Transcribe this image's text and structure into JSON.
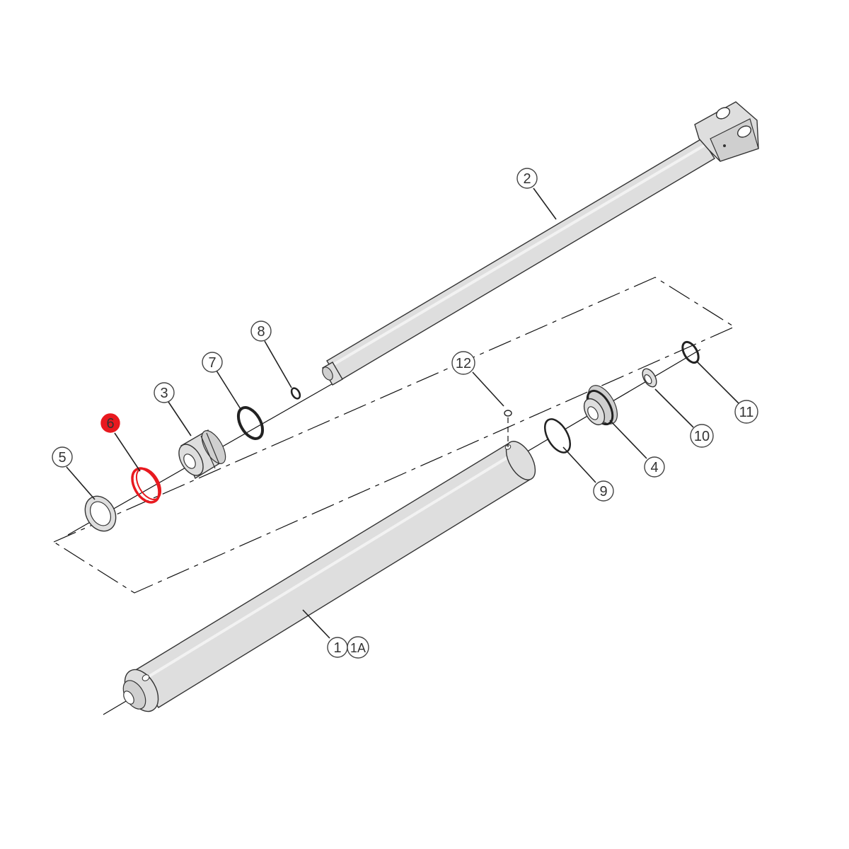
{
  "colors": {
    "highlight": "#e8191f",
    "line": "#222222",
    "part_fill": "#dedede"
  },
  "callouts": {
    "c2": "2",
    "c3": "3",
    "c4": "4",
    "c5": "5",
    "c6": "6",
    "c7": "7",
    "c8": "8",
    "c9": "9",
    "c10": "10",
    "c11": "11",
    "c12": "12",
    "c1": "1",
    "c1a": "1A"
  },
  "highlighted_part": "6"
}
